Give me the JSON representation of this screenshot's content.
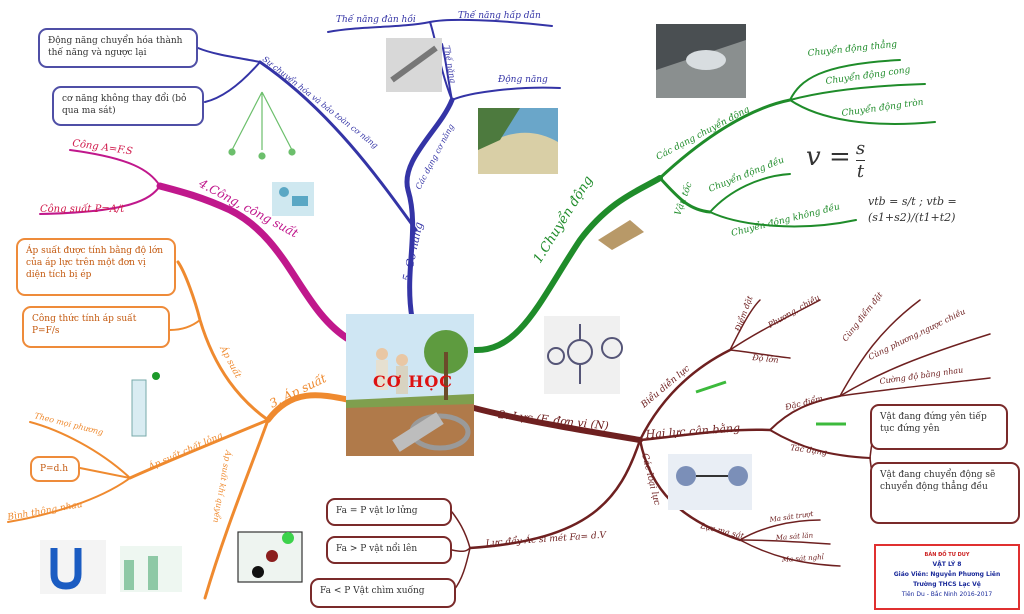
{
  "center": {
    "title": "CƠ HỌC"
  },
  "branches": {
    "motion": {
      "label": "1.Chuyển động",
      "sub1": "Các dạng chuyển động",
      "sub1_items": [
        "Chuyển động thẳng",
        "Chuyển động cong",
        "Chuyển động tròn"
      ],
      "sub2": "Vận tốc",
      "sub2_items": [
        "Chuyển động đều",
        "Chuyển động không đều"
      ]
    },
    "force": {
      "label": "2. Lực (F, đơn vị (N)",
      "sub1": "Biểu diễn lực",
      "sub1_items": [
        "Điểm đặt",
        "Phương, chiều",
        "Độ lớn"
      ],
      "sub2": "Hai lực cân bằng",
      "sub2_a": "Đặc điểm",
      "sub2_a_items": [
        "Cùng điểm đặt",
        "Cùng phương,ngược chiều",
        "Cường độ bằng nhau"
      ],
      "sub2_b": "Tác dụng",
      "sub2_b_boxes": [
        "Vật đang đứng yên tiếp tục đứng yên",
        "Vật đang chuyển động sẽ chuyển động thẳng đều"
      ],
      "sub3": "Các loại lực",
      "sub3_a": "Lực ma sát",
      "sub3_a_items": [
        "Ma sát trượt",
        "Ma sát lăn",
        "Ma sát nghỉ"
      ],
      "sub4": "Lực đẩy Ác si mét Fa= d.V",
      "sub4_boxes": [
        "Fa = P vật lơ lửng",
        "Fa > P vật nổi lên",
        "Fa < P Vật chìm xuống"
      ]
    },
    "pressure": {
      "label": "3. Áp suất",
      "sub1": "Áp suất",
      "sub1_boxes": [
        "Áp suất được tính bằng độ lớn của áp lực trên một đơn vị diện tích bị ép",
        "Công thức tính áp suất P=F/s"
      ],
      "sub2": "Áp suất chất lỏng",
      "sub2_items": [
        "Theo mọi phương",
        "P=d.h",
        "Bình thông nhau"
      ],
      "sub3": "Áp suất khí quyển"
    },
    "work": {
      "label": "4.Công, công suất",
      "items": [
        "Công A=F.S",
        "Công suất P=A/t"
      ]
    },
    "energy": {
      "label": "5. Cơ năng",
      "sub1": "Sự chuyển hóa và bảo toàn cơ năng",
      "sub1_boxes": [
        "Động năng chuyển hóa thành thế năng và ngược lại",
        "cơ năng không thay đổi (bỏ qua ma sát)"
      ],
      "sub2": "Các dạng cơ năng",
      "sub2_items": [
        "Thế năng đàn hồi",
        "Thế năng hấp dẫn",
        "Động năng",
        "Thế năng"
      ]
    }
  },
  "formulas": {
    "v": "v =",
    "v_num": "s",
    "v_den": "t",
    "vtb": "vtb = s/t ; vtb = (s1+s2)/(t1+t2)"
  },
  "credit": [
    "BẢN ĐỒ TƯ DUY",
    "VẬT LÝ 8",
    "Giáo Viên: Nguyễn Phương Liên",
    "Trường THCS Lạc Vệ",
    "Tiên Du - Bắc Ninh  2016-2017"
  ],
  "colors": {
    "motion": "#1f8c2a",
    "force": "#6e2020",
    "pressure": "#ef8a2f",
    "work": "#c0188c",
    "energy": "#3434a6",
    "work_text": "#d01a4c",
    "credit_border": "#e03030"
  }
}
